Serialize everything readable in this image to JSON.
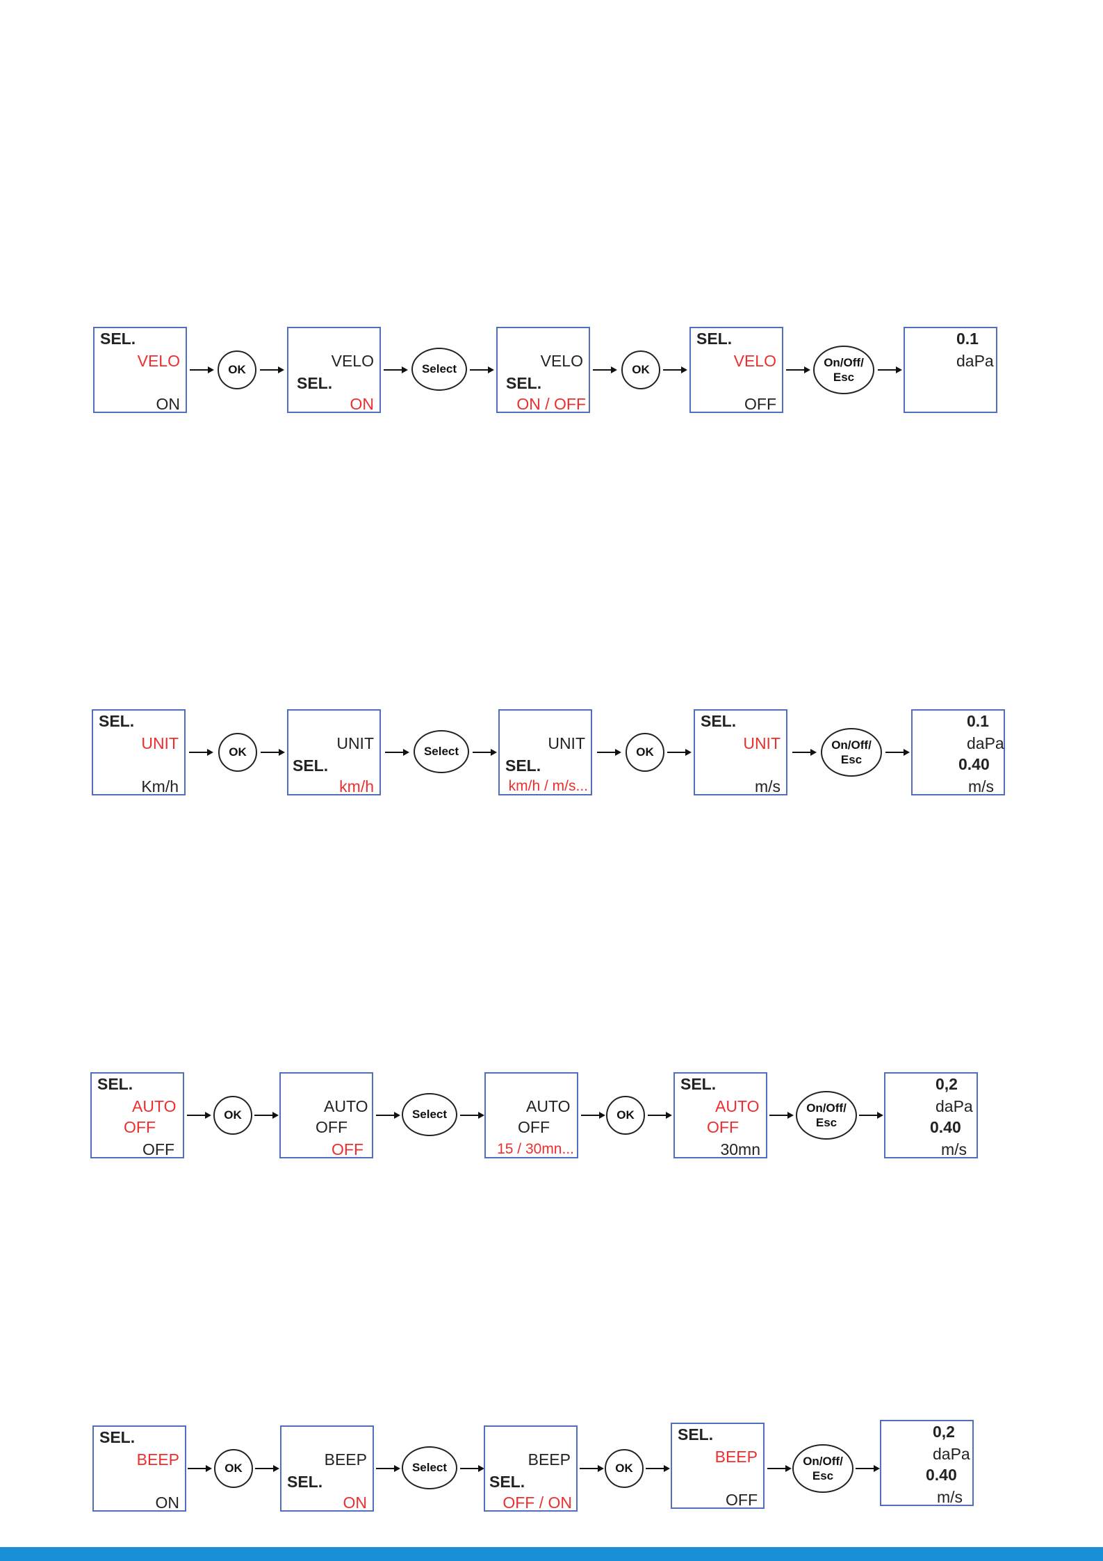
{
  "rows": [
    {
      "screens": [
        {
          "sel_top": "SEL.",
          "mid": "VELO",
          "bottom": "ON"
        },
        {
          "mid": "VELO",
          "sel_low": "SEL.",
          "bottom": "ON"
        },
        {
          "mid": "VELO",
          "sel_low": "SEL.",
          "bottom": "ON / OFF"
        },
        {
          "sel_top": "SEL.",
          "mid": "VELO",
          "bottom": "OFF"
        },
        {
          "line1": "0.1",
          "line2": "daPa"
        }
      ],
      "buttons": [
        "OK",
        "Select",
        "OK",
        "On/Off/\nEsc"
      ]
    },
    {
      "screens": [
        {
          "sel_top": "SEL.",
          "mid": "UNIT",
          "bottom": "Km/h"
        },
        {
          "mid": "UNIT",
          "sel_low": "SEL.",
          "bottom": "km/h"
        },
        {
          "mid": "UNIT",
          "sel_low": "SEL.",
          "bottom": "km/h / m/s..."
        },
        {
          "sel_top": "SEL.",
          "mid": "UNIT",
          "bottom": "m/s"
        },
        {
          "line1": "0.1",
          "line2": "daPa",
          "line3": "0.40",
          "line4": "m/s"
        }
      ],
      "buttons": [
        "OK",
        "Select",
        "OK",
        "On/Off/\nEsc"
      ]
    },
    {
      "screens": [
        {
          "sel_top": "SEL.",
          "mid": "AUTO",
          "mid2": "OFF",
          "bottom": "OFF"
        },
        {
          "mid": "AUTO",
          "mid2": "OFF",
          "bottom": "OFF"
        },
        {
          "mid": "AUTO",
          "mid2": "OFF",
          "bottom": "15 / 30mn..."
        },
        {
          "sel_top": "SEL.",
          "mid": "AUTO",
          "mid2": "OFF",
          "bottom": "30mn"
        },
        {
          "line1": "0,2",
          "line2": "daPa",
          "line3": "0.40",
          "line4": "m/s"
        }
      ],
      "buttons": [
        "OK",
        "Select",
        "OK",
        "On/Off/\nEsc"
      ]
    },
    {
      "screens": [
        {
          "sel_top": "SEL.",
          "mid": "BEEP",
          "bottom": "ON"
        },
        {
          "mid": "BEEP",
          "sel_low": "SEL.",
          "bottom": "ON"
        },
        {
          "mid": "BEEP",
          "sel_low": "SEL.",
          "bottom": "OFF / ON"
        },
        {
          "sel_top": "SEL.",
          "mid": "BEEP",
          "bottom": "OFF"
        },
        {
          "line1": "0,2",
          "line2": "daPa",
          "line3": "0.40",
          "line4": "m/s"
        }
      ],
      "buttons": [
        "OK",
        "Select",
        "OK",
        "On/Off/\nEsc"
      ]
    }
  ],
  "colors": {
    "highlight": "#ee2e2e",
    "frame": "#4f6fbd",
    "footer": "#1a8fd8"
  }
}
